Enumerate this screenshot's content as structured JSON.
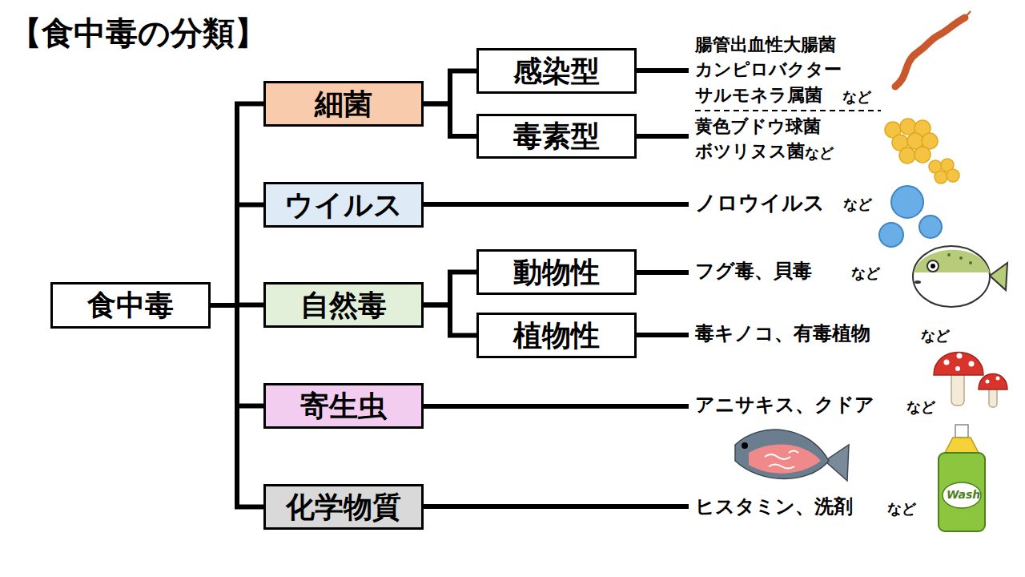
{
  "diagram": {
    "title": "【食中毒の分類】",
    "nodes": [
      {
        "text": [
          "食中毒"
        ]
      },
      {
        "text": [
          "細菌"
        ]
      },
      {
        "text": [
          "感染型"
        ]
      },
      {
        "text": [
          "毒素型"
        ]
      },
      {
        "text": [
          "ウイルス"
        ]
      },
      {
        "text": [
          "自然毒"
        ]
      },
      {
        "text": [
          "動物性"
        ]
      },
      {
        "text": [
          "植物性"
        ]
      },
      {
        "text": [
          "寄生虫"
        ]
      },
      {
        "text": [
          "化学物質"
        ]
      }
    ],
    "edges": [
      {
        "from": 0,
        "to": 1,
        "arrow": "none"
      },
      {
        "from": 1,
        "to": 2,
        "arrow": "none"
      },
      {
        "from": 1,
        "to": 3,
        "arrow": "none"
      },
      {
        "from": 0,
        "to": 4,
        "arrow": "none"
      },
      {
        "from": 0,
        "to": 5,
        "arrow": "none"
      },
      {
        "from": 5,
        "to": 6,
        "arrow": "none"
      },
      {
        "from": 5,
        "to": 7,
        "arrow": "none"
      },
      {
        "from": 0,
        "to": 8,
        "arrow": "none"
      },
      {
        "from": 0,
        "to": 9,
        "arrow": "none"
      }
    ],
    "labels": [
      "腸管出血性大腸菌",
      "カンピロバクター",
      "サルモネラ属菌",
      "など",
      "黄色ブドウ球菌",
      "ボツリヌス菌",
      "など",
      "ノロウイルス",
      "など",
      "フグ毒、貝毒",
      "など",
      "毒キノコ、有毒植物",
      "など",
      "アニサキス、クドア",
      "など",
      "ヒスタミン、洗剤",
      "など",
      "Wash"
    ]
  }
}
